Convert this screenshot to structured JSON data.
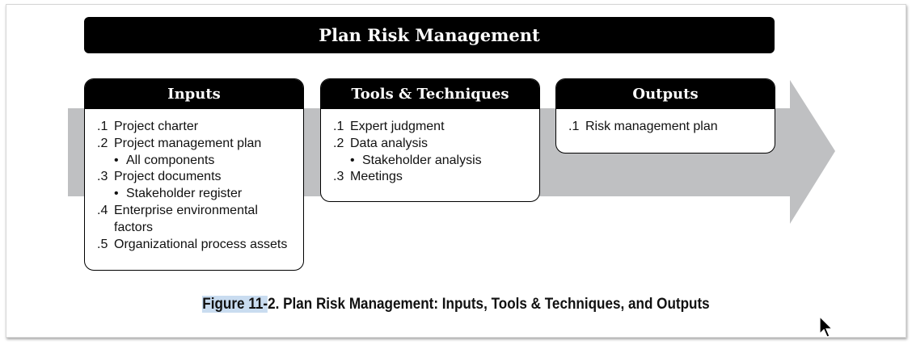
{
  "diagram": {
    "title": "Plan Risk Management",
    "arrow_color": "#bfc0c2",
    "panels": {
      "inputs": {
        "header": "Inputs",
        "items": [
          {
            "num": ".1",
            "label": "Project charter"
          },
          {
            "num": ".2",
            "label": "Project management plan",
            "bullets": [
              "All components"
            ]
          },
          {
            "num": ".3",
            "label": "Project documents",
            "bullets": [
              "Stakeholder register"
            ]
          },
          {
            "num": ".4",
            "label": "Enterprise environmental factors"
          },
          {
            "num": ".5",
            "label": "Organizational process assets"
          }
        ]
      },
      "tools": {
        "header": "Tools & Techniques",
        "items": [
          {
            "num": ".1",
            "label": "Expert judgment"
          },
          {
            "num": ".2",
            "label": "Data analysis",
            "bullets": [
              "Stakeholder analysis"
            ]
          },
          {
            "num": ".3",
            "label": "Meetings"
          }
        ]
      },
      "outputs": {
        "header": "Outputs",
        "items": [
          {
            "num": ".1",
            "label": "Risk management plan"
          }
        ]
      }
    },
    "caption": {
      "highlighted": "Figure 11-",
      "rest": "2. Plan Risk Management: Inputs, Tools & Techniques, and Outputs"
    }
  },
  "cursor": {
    "icon": "mouse-pointer-icon"
  }
}
